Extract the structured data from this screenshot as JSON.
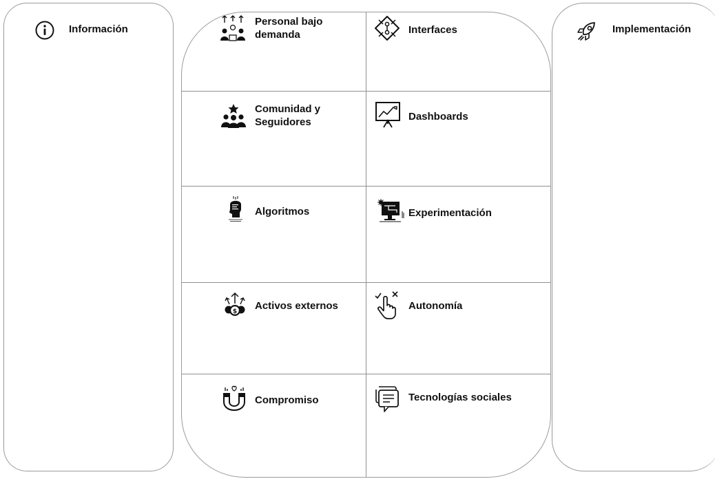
{
  "left": {
    "title": "Información",
    "icon": "info-icon"
  },
  "right": {
    "title": "Implementación",
    "icon": "rocket-icon"
  },
  "center": {
    "left_column": [
      {
        "label": "Personal bajo\ndemanda",
        "icon": "people-growth-icon"
      },
      {
        "label": "Comunidad y\nSeguidores",
        "icon": "community-star-icon"
      },
      {
        "label": "Algoritmos",
        "icon": "head-algorithm-icon"
      },
      {
        "label": "Activos externos",
        "icon": "money-assets-icon"
      },
      {
        "label": "Compromiso",
        "icon": "magnet-heart-icon"
      }
    ],
    "right_column": [
      {
        "label": "Interfaces",
        "icon": "network-diamond-icon"
      },
      {
        "label": "Dashboards",
        "icon": "presentation-chart-icon"
      },
      {
        "label": "Experimentación",
        "icon": "computer-lab-icon"
      },
      {
        "label": "Autonomía",
        "icon": "hand-choice-icon"
      },
      {
        "label": "Tecnologías sociales",
        "icon": "chat-bubbles-icon"
      }
    ]
  }
}
